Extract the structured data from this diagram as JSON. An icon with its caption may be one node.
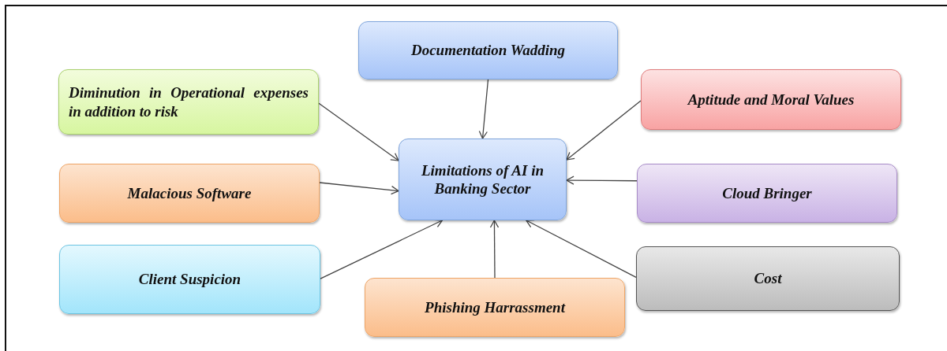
{
  "diagram": {
    "nodes": [
      {
        "text": [
          "Documentation Wadding"
        ]
      },
      {
        "text": [
          "Diminution in Operational expenses in addition to risk"
        ]
      },
      {
        "text": [
          "Aptitude and Moral Values"
        ]
      },
      {
        "text": [
          "Limitations of AI in Banking Sector"
        ]
      },
      {
        "text": [
          "Malacious Software"
        ]
      },
      {
        "text": [
          "Cloud Bringer"
        ]
      },
      {
        "text": [
          "Client Suspicion"
        ]
      },
      {
        "text": [
          "Cost"
        ]
      },
      {
        "text": [
          "Phishing Harrassment"
        ]
      }
    ],
    "edges": [
      {
        "from": 0,
        "to": 3,
        "arrow": "to"
      },
      {
        "from": 1,
        "to": 3,
        "arrow": "to"
      },
      {
        "from": 2,
        "to": 3,
        "arrow": "to"
      },
      {
        "from": 4,
        "to": 3,
        "arrow": "to"
      },
      {
        "from": 5,
        "to": 3,
        "arrow": "to"
      },
      {
        "from": 6,
        "to": 3,
        "arrow": "to"
      },
      {
        "from": 7,
        "to": 3,
        "arrow": "to"
      },
      {
        "from": 8,
        "to": 3,
        "arrow": "to"
      }
    ]
  }
}
